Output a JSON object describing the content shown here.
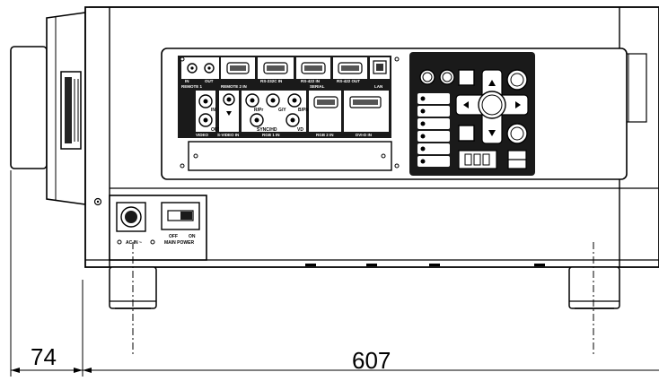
{
  "diagram": {
    "dimensions": {
      "left_dim": "74",
      "main_dim": "607"
    },
    "rear_panel": {
      "top_labels": [
        "IN",
        "OUT",
        "REMOTE 1",
        "REMOTE 2 IN",
        "RS-232C IN",
        "RS-422 IN",
        "RS-422 OUT",
        "SERIAL",
        "LAN"
      ],
      "bottom_labels": [
        "VIDEO",
        "S-VIDEO IN",
        "RGB 1 IN",
        "RGB 2 IN",
        "DVI-D IN"
      ],
      "rgb_connector_labels": [
        "R/Pr",
        "G/Y",
        "B/Pb",
        "SYNC/HD",
        "VD"
      ],
      "rca_labels": [
        "IN",
        "OUT"
      ]
    },
    "power_section": {
      "ac_label": "AC IN ~",
      "switch_off": "OFF",
      "switch_on": "ON",
      "switch_label": "MAIN POWER"
    },
    "colors": {
      "panel_dark": "#1a1a1a",
      "outline": "#000000",
      "body_fill": "#ffffff"
    }
  }
}
